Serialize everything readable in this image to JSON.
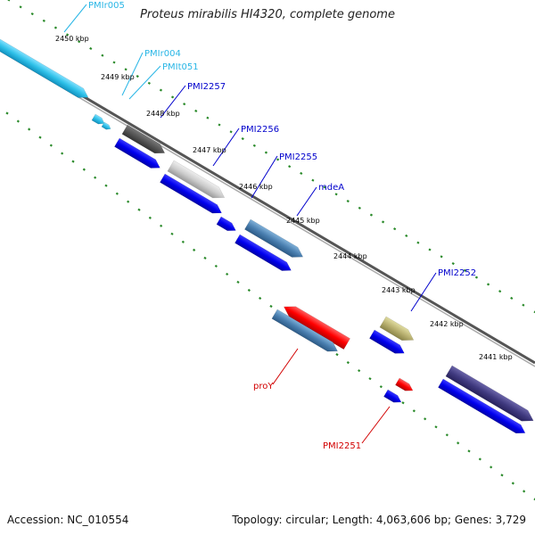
{
  "title": "Proteus mirabilis HI4320, complete genome",
  "footer": {
    "accession": "Accession: NC_010554",
    "summary": "Topology: circular; Length: 4,063,606 bp; Genes: 3,729"
  },
  "colors": {
    "backbone": "#8a8a8a",
    "tick": "#2a8a2a",
    "cds": "#0000ee",
    "rrna": "#2ec0e8",
    "trna": "#ff0000",
    "label_blue": "#0000cc",
    "label_cyan": "#29b6e6",
    "label_red": "#d20000"
  },
  "scale_labels": [
    "2450 kbp",
    "2449 kbp",
    "2448 kbp",
    "2447 kbp",
    "2446 kbp",
    "2445 kbp",
    "2444 kbp",
    "2443 kbp",
    "2442 kbp",
    "2441 kbp"
  ],
  "feature_labels": [
    {
      "text": "PMIr005",
      "color": "cyan"
    },
    {
      "text": "PMIr004",
      "color": "cyan"
    },
    {
      "text": "PMIt051",
      "color": "cyan"
    },
    {
      "text": "PMI2257",
      "color": "blue"
    },
    {
      "text": "PMI2256",
      "color": "blue"
    },
    {
      "text": "PMI2255",
      "color": "blue"
    },
    {
      "text": "mdeA",
      "color": "blue"
    },
    {
      "text": "PMI2252",
      "color": "blue"
    },
    {
      "text": "proY",
      "color": "red"
    },
    {
      "text": "PMI2251",
      "color": "red"
    }
  ]
}
